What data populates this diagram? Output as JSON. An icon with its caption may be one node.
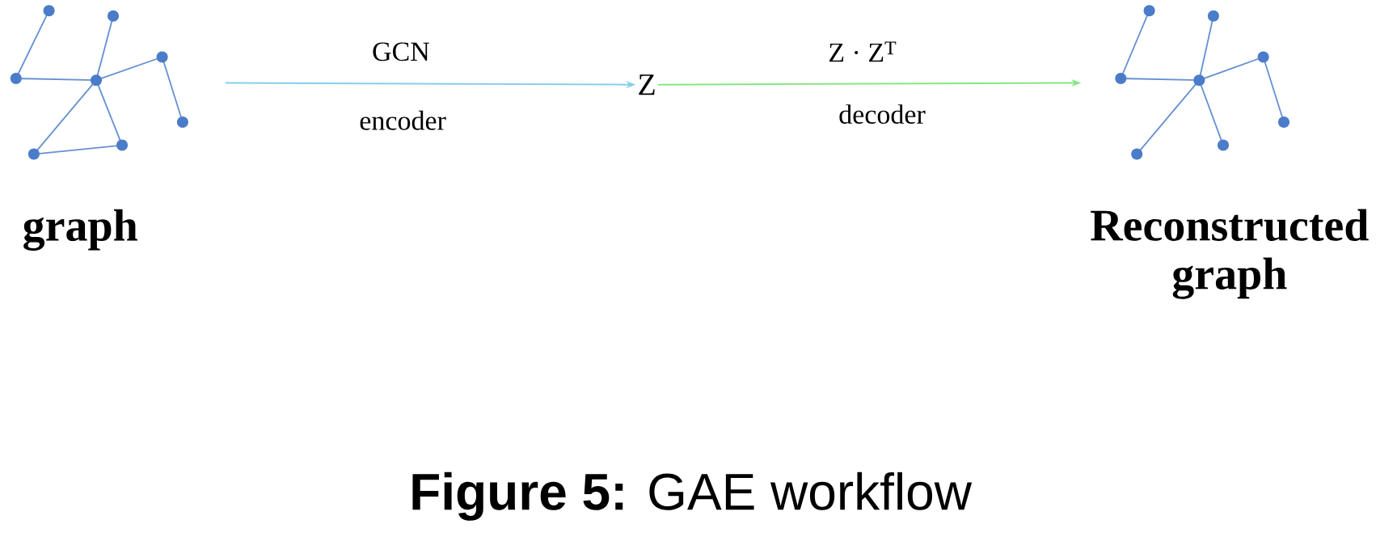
{
  "diagram": {
    "caption": "**Figure 5:** GAE workflow",
    "nodes": [
      {
        "text": [],
        "shape": "picture",
        "beside": [
          "graph"
        ]
      },
      {
        "text": [
          "Z"
        ]
      },
      {
        "text": [],
        "shape": "picture",
        "beside": [
          "Reconstructed graph"
        ]
      }
    ],
    "edges": [
      {
        "from": 0,
        "to": 1,
        "arrow": "to",
        "label": "GCN",
        "color": "#87cfe8"
      },
      {
        "from": 1,
        "to": 2,
        "arrow": "to",
        "label": "Z · Z$^{T}$",
        "color": "#86e686"
      }
    ],
    "labels": [
      "encoder",
      "decoder"
    ]
  }
}
